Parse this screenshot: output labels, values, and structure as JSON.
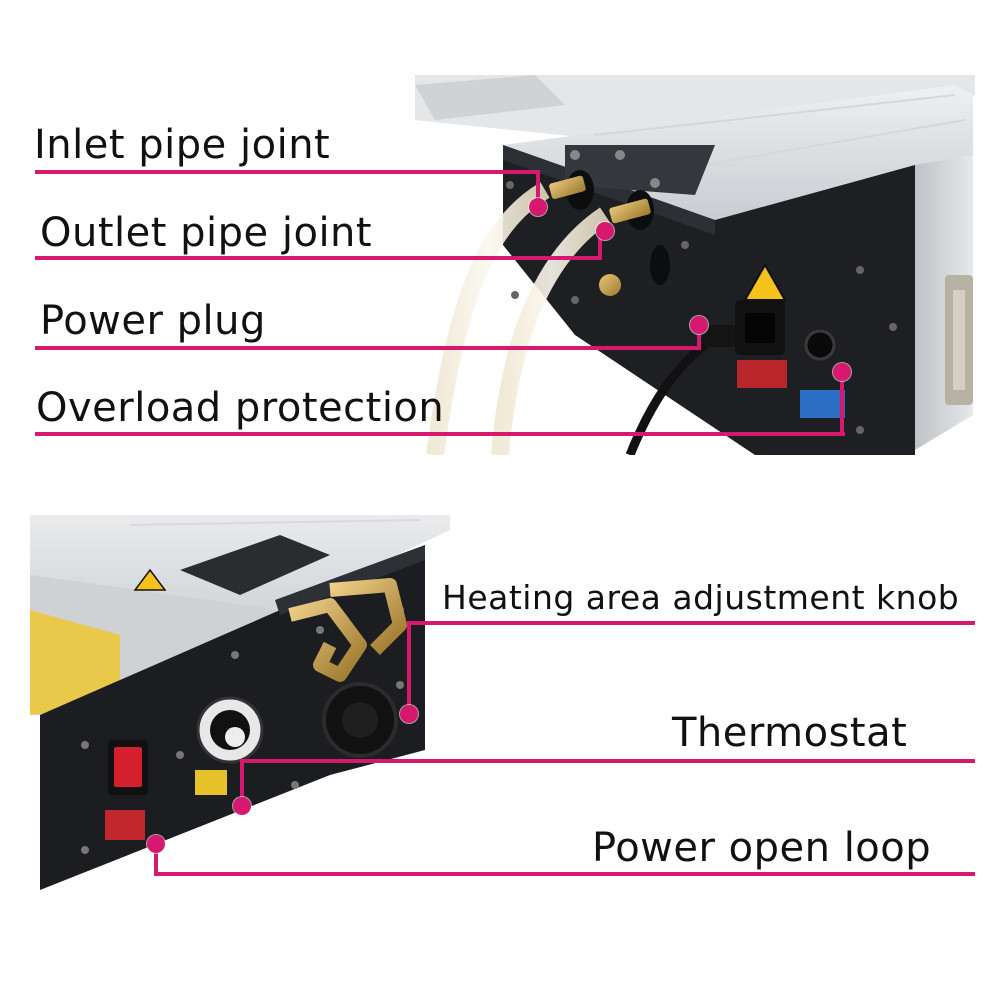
{
  "accent_color": "#d6196f",
  "top_callouts": [
    {
      "label": "Inlet pipe joint"
    },
    {
      "label": "Outlet pipe joint"
    },
    {
      "label": "Power plug"
    },
    {
      "label": "Overload protection"
    }
  ],
  "bottom_callouts": [
    {
      "label": "Heating area adjustment knob"
    },
    {
      "label": "Thermostat"
    },
    {
      "label": "Power open loop"
    }
  ]
}
